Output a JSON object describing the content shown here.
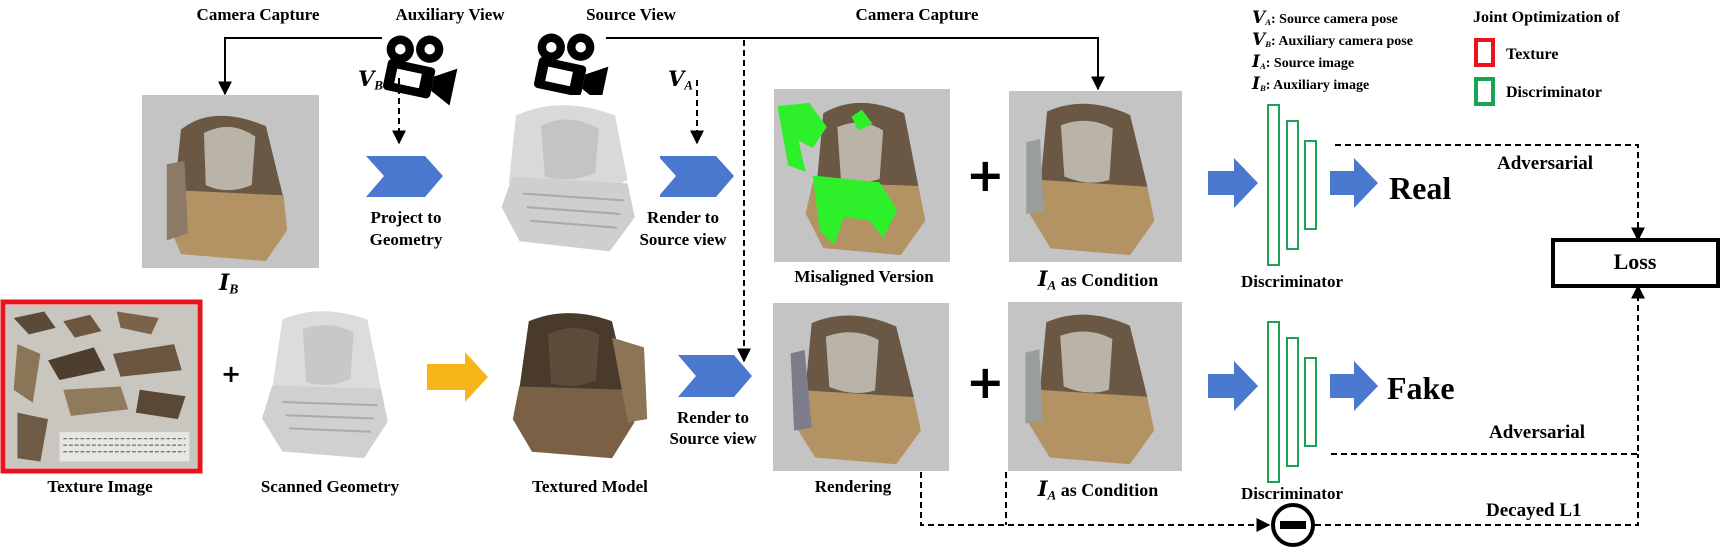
{
  "labels": {
    "camera_capture_left": "Camera Capture",
    "auxiliary_view": "Auxiliary View",
    "source_view": "Source View",
    "camera_capture_right": "Camera Capture",
    "vb_letter": "V",
    "vb_sub": "B",
    "va_letter": "V",
    "va_sub": "A",
    "ib_letter": "I",
    "ib_sub": "B",
    "project_to": "Project to",
    "geometry": "Geometry",
    "render_to_top": "Render to",
    "source_view_top": "Source view",
    "render_to_bottom": "Render to",
    "source_view_bottom": "Source view",
    "misaligned_version": "Misaligned Version",
    "ia_condition_top_sub": "A",
    "ia_condition_top_text": "as Condition",
    "ia_condition_bottom_sub": "A",
    "ia_condition_bottom_text": "as Condition",
    "discriminator_top": "Discriminator",
    "discriminator_bottom": "Discriminator",
    "real": "Real",
    "fake": "Fake",
    "adversarial_top": "Adversarial",
    "adversarial_bottom": "Adversarial",
    "decayed_l1": "Decayed L1",
    "loss": "Loss",
    "texture_image": "Texture Image",
    "scanned_geometry": "Scanned Geometry",
    "textured_model": "Textured Model",
    "rendering": "Rendering",
    "plus": "+"
  },
  "legend": {
    "va": {
      "letter": "V",
      "sub": "A",
      "text": ": Source camera pose"
    },
    "vb": {
      "letter": "V",
      "sub": "B",
      "text": ": Auxiliary camera pose"
    },
    "ia": {
      "letter": "I",
      "sub": "A",
      "text": ": Source image"
    },
    "ib": {
      "letter": "I",
      "sub": "B",
      "text": ": Auxiliary image"
    },
    "joint_title": "Joint Optimization of",
    "texture": "Texture",
    "discriminator": "Discriminator",
    "texture_color": "#e8141b",
    "discriminator_color": "#1aa352"
  },
  "colors": {
    "arrow_blue": "#4a78cf",
    "arrow_yellow": "#f7b519",
    "misalign_green": "#2ef02a",
    "image_bg": "#c4c4c4"
  }
}
